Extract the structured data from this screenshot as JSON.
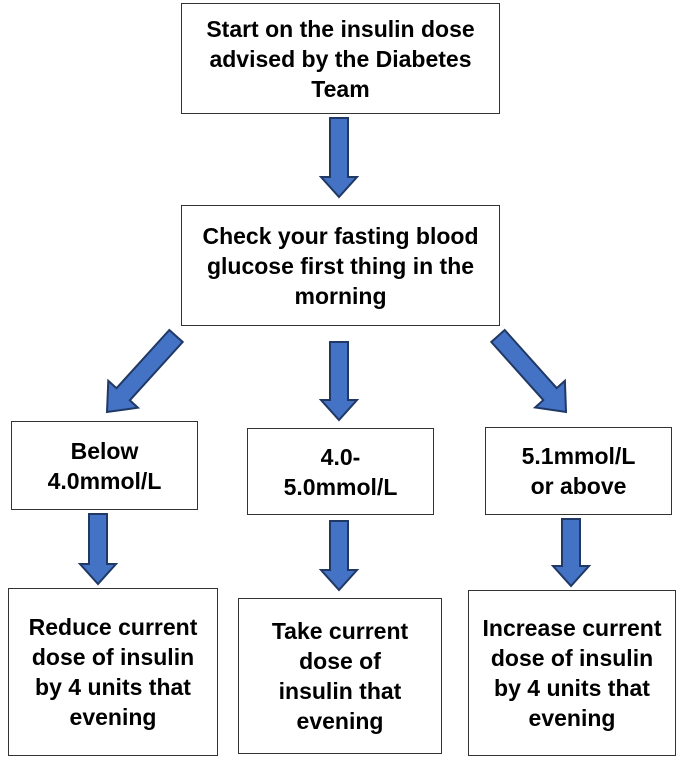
{
  "colors": {
    "arrow_fill": "#4472C4",
    "arrow_stroke": "#1F3864",
    "box_border": "#333333",
    "text": "#000000"
  },
  "start": {
    "text": "Start on the insulin dose advised by the Diabetes Team"
  },
  "check": {
    "text": "Check your fasting blood glucose first thing in the morning"
  },
  "ranges": {
    "below": "Below 4.0mmol/L",
    "middle": "4.0-5.0mmol/L",
    "above": "5.1mmol/L or above"
  },
  "actions": {
    "reduce": "Reduce current dose of insulin by 4 units that evening",
    "take": "Take current dose of insulin that evening",
    "increase": "Increase current dose of insulin by 4 units that evening"
  },
  "icons": {
    "arrow": "down-arrow-icon",
    "diagonal_arrow": "diagonal-arrow-icon"
  }
}
